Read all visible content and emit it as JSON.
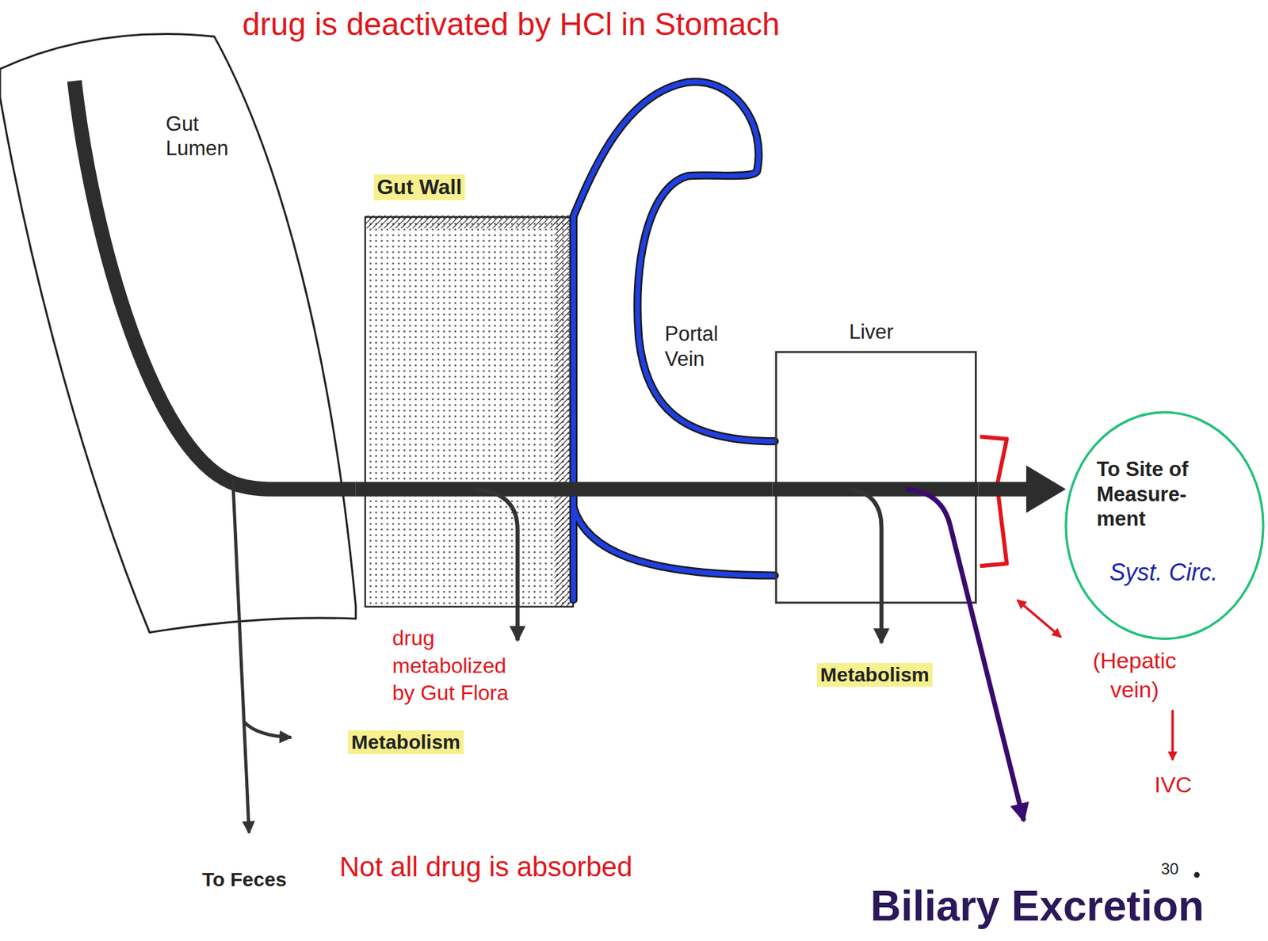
{
  "diagram": {
    "nodes": [
      {
        "text": [
          "Gut Lumen"
        ]
      },
      {
        "text": [
          "Gut Wall"
        ]
      },
      {
        "text": [
          "Portal Vein"
        ]
      },
      {
        "text": [
          "Liver"
        ]
      },
      {
        "text": [
          "To Site of Measure- ment",
          "Syst. Circ."
        ]
      }
    ],
    "edges": [
      {
        "from": 0,
        "to": 1,
        "arrow": "none"
      },
      {
        "from": 1,
        "to": 3,
        "arrow": "none"
      },
      {
        "from": 3,
        "to": 4,
        "arrow": "to"
      }
    ],
    "labels": [
      "drug is deactivated by HCl in Stomach",
      "drug metabolized by Gut Flora",
      "Metabolism",
      "Metabolism",
      "(Hepatic vein)",
      "IVC",
      "To Feces",
      "Not all drug is absorbed",
      "30",
      "Biliary Excretion"
    ]
  }
}
